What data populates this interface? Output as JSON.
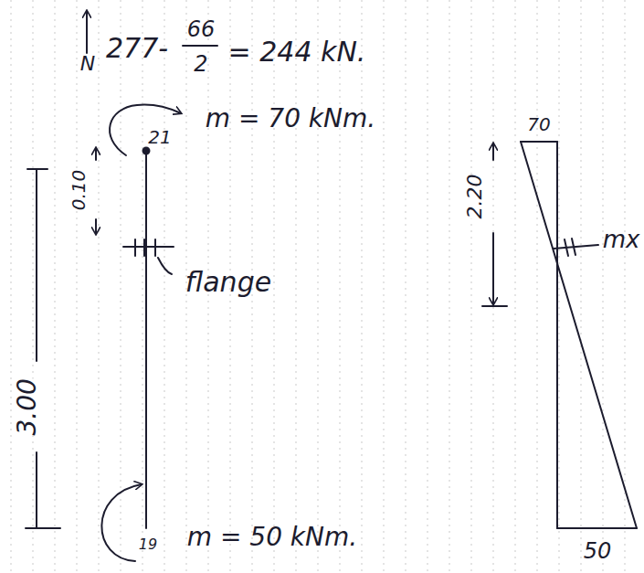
{
  "diagram": {
    "labels": [
      "N",
      "277-",
      "66",
      "2",
      "= 244 kN.",
      "21",
      "m = 70 kNm.",
      "0.10",
      "3.00",
      "flange",
      "19",
      "m = 50 kNm.",
      "70",
      "2.20",
      "mx",
      "50"
    ]
  }
}
